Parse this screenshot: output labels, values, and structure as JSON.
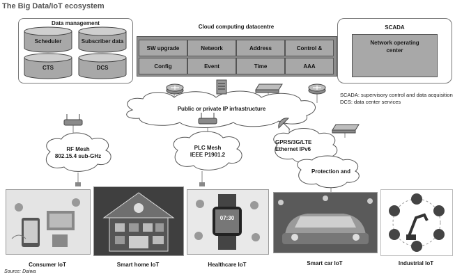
{
  "title": "The Big Data/IoT ecosystem",
  "data_management": {
    "heading": "Data management",
    "items": [
      "Scheduler",
      "Subscriber data",
      "CTS",
      "DCS"
    ]
  },
  "cloud_datacentre": {
    "heading": "Cloud computing datacentre",
    "cells": [
      "SW upgrade",
      "Network",
      "Address",
      "Control &",
      "Config",
      "Event",
      "Time",
      "AAA"
    ]
  },
  "scada": {
    "heading": "SCADA",
    "inner_line1": "Network operating",
    "inner_line2": "center"
  },
  "notes": {
    "scada": "SCADA: supervisory control and data acquisition",
    "dcs": "DCS: data center services"
  },
  "ip_cloud": "Public or private IP infrastructure",
  "rf_mesh": {
    "line1": "RF Mesh",
    "line2": "802.15.4 sub-GHz"
  },
  "plc_mesh": {
    "line1": "PLC Mesh",
    "line2": "IEEE P1901.2"
  },
  "gprs": {
    "line1": "GPRS/3G/LTE",
    "line2": "Ethernet IPv6"
  },
  "protection": "Protection and",
  "captions": [
    "Consumer IoT",
    "Smart home IoT",
    "Healthcare IoT",
    "Smart car IoT",
    "Industrial IoT"
  ],
  "watch_time": "07:30",
  "source": "Source: Daiwa"
}
